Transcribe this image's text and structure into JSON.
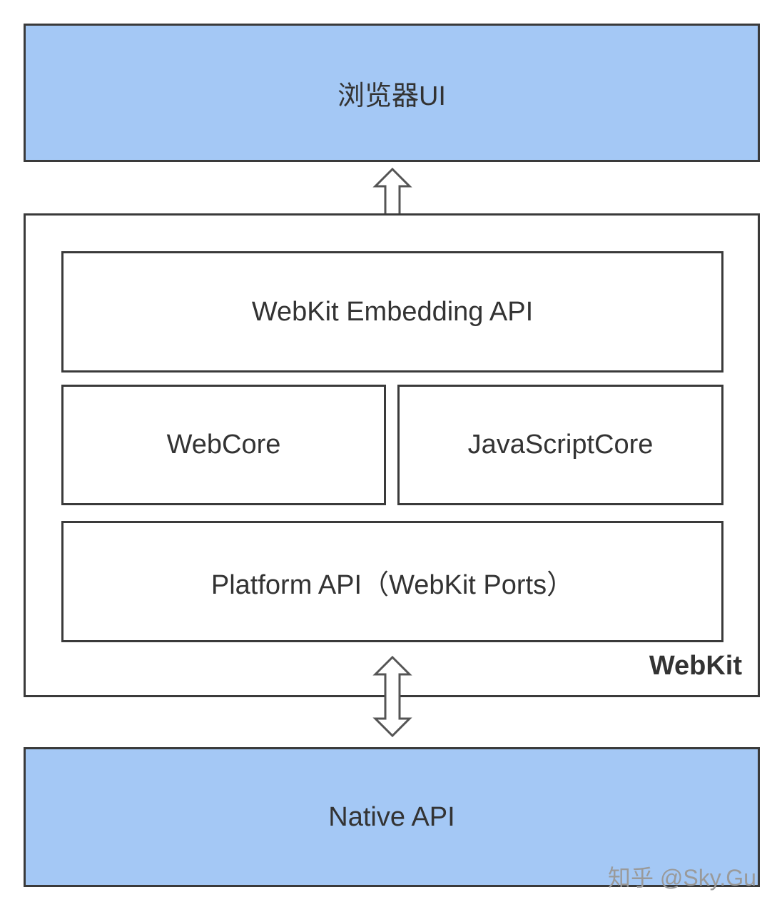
{
  "layers": {
    "browser_ui": "浏览器UI",
    "webkit_embedding_api": "WebKit Embedding API",
    "webcore": "WebCore",
    "javascriptcore": "JavaScriptCore",
    "platform_api": "Platform API（WebKit Ports）",
    "native_api": "Native API"
  },
  "container_label": "WebKit",
  "watermark": "知乎 @Sky.Gu",
  "colors": {
    "layer_blue": "#a4c8f5",
    "border": "#3a3a3a",
    "text": "#333333"
  }
}
